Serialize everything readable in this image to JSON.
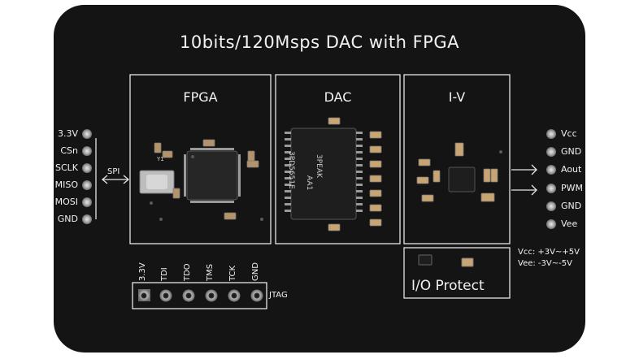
{
  "title": "10bits/120Msps DAC with FPGA",
  "blocks": {
    "fpga": "FPGA",
    "dac": "DAC",
    "iv": "I-V",
    "io_protect": "I/O Protect"
  },
  "left_pins": [
    "3.3V",
    "CSn",
    "SCLK",
    "MISO",
    "MOSI",
    "GND"
  ],
  "spi_label": "SPI",
  "right_pins": [
    "Vcc",
    "GND",
    "Aout",
    "PWM",
    "GND",
    "Vee"
  ],
  "jtag": {
    "label": "JTAG",
    "pins": [
      "3.3V",
      "TDI",
      "TDO",
      "TMS",
      "TCK",
      "GND"
    ]
  },
  "supply_notes": [
    "Vcc: +3V~+5V",
    "Vee: -3V~-5V"
  ],
  "chip_markings": {
    "dac_chip": [
      "3PEAK",
      "3PD5651E",
      "AA1"
    ],
    "crystal": "Y1"
  },
  "colors": {
    "pcb": "#141414",
    "silkscreen": "#f2f2f2",
    "pad": "#c9c9c9",
    "component": "#2a2a2a"
  }
}
